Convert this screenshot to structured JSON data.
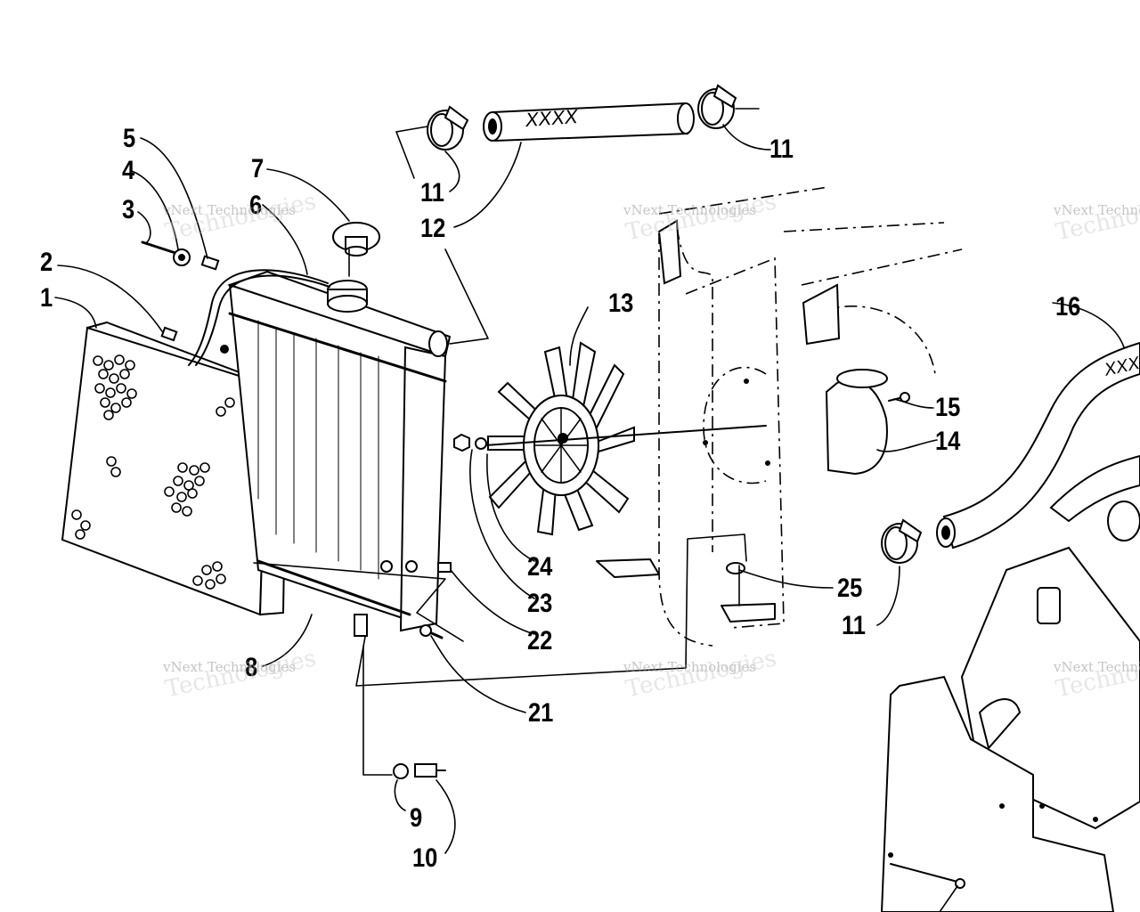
{
  "diagram": {
    "callouts": [
      {
        "id": "c1",
        "label": "1"
      },
      {
        "id": "c2",
        "label": "2"
      },
      {
        "id": "c3",
        "label": "3"
      },
      {
        "id": "c4",
        "label": "4"
      },
      {
        "id": "c5",
        "label": "5"
      },
      {
        "id": "c6",
        "label": "6"
      },
      {
        "id": "c7",
        "label": "7"
      },
      {
        "id": "c8",
        "label": "8"
      },
      {
        "id": "c9",
        "label": "9"
      },
      {
        "id": "c10",
        "label": "10"
      },
      {
        "id": "c11a",
        "label": "11"
      },
      {
        "id": "c11b",
        "label": "11"
      },
      {
        "id": "c11c",
        "label": "11"
      },
      {
        "id": "c12",
        "label": "12"
      },
      {
        "id": "c13",
        "label": "13"
      },
      {
        "id": "c14",
        "label": "14"
      },
      {
        "id": "c15",
        "label": "15"
      },
      {
        "id": "c16",
        "label": "16"
      },
      {
        "id": "c21",
        "label": "21"
      },
      {
        "id": "c22",
        "label": "22"
      },
      {
        "id": "c23",
        "label": "23"
      },
      {
        "id": "c24",
        "label": "24"
      },
      {
        "id": "c25",
        "label": "25"
      }
    ],
    "hose_marking": "XXXX",
    "watermark": {
      "line1": "vNext Technologies",
      "line2": "Technologies"
    }
  }
}
